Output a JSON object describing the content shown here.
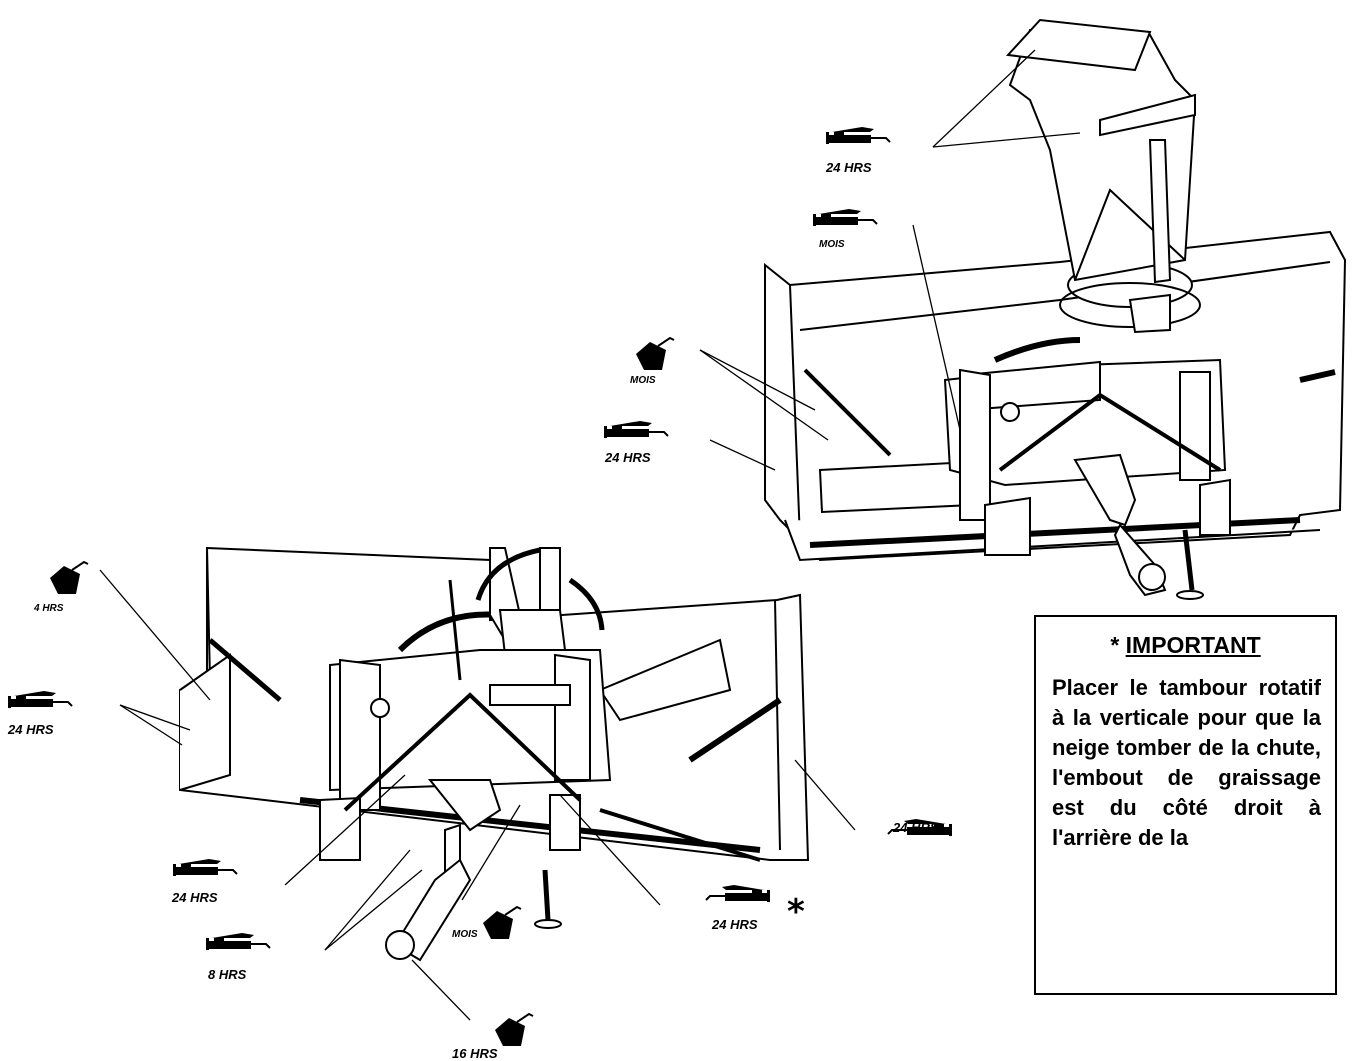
{
  "labels": {
    "top_chute_24": "24 HRS",
    "top_mois_gun": "MOIS",
    "top_mois_can": "MOIS",
    "top_left_24": "24 HRS",
    "bottom_4": "4 HRS",
    "bottom_left_24": "24 HRS",
    "bottom_right_24": "24 HRS",
    "bottom_center_24": "24 HRS",
    "bottom_mois": "MOIS",
    "bottom_star_24": "24 HRS",
    "bottom_8": "8 HRS",
    "bottom_16": "16 HRS",
    "star": "*"
  },
  "note": {
    "title_star": "*",
    "title": "IMPORTANT",
    "body": "Placer le tambour rotatif à la verticale pour que la neige tomber de la chute, l'embout de graissage est du côté droit à l'arrière de la"
  },
  "icons": {
    "grease_gun": "grease-gun-icon",
    "oil_can": "oil-can-icon"
  }
}
